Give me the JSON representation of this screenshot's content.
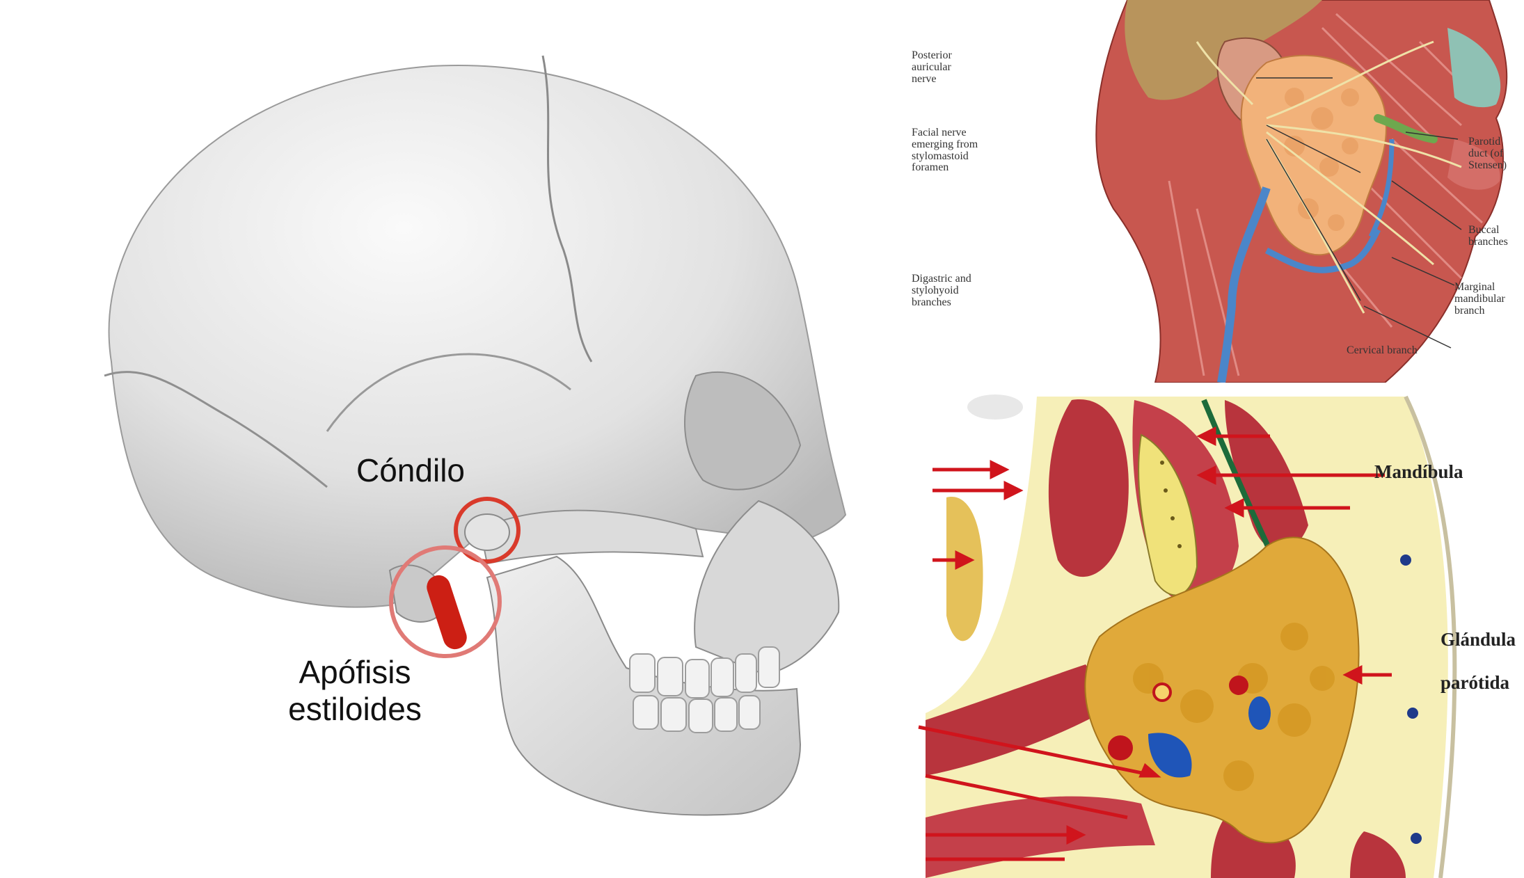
{
  "skull": {
    "labels": {
      "condyle": "Cóndilo",
      "styloid_line1": "Apófisis",
      "styloid_line2": "estiloides"
    },
    "colors": {
      "bone": "#e6e6e6",
      "highlight": "#d93a2b",
      "styloid": "#cc1f14"
    }
  },
  "face": {
    "labels": {
      "posterior_auricular": "Posterior\nauricular\nnerve",
      "facial_nerve": "Facial nerve\nemerging from\nstylomastoid\nforamen",
      "digastric": "Digastric and\nstylohyoid\nbranches",
      "parotid_duct": "Parotid\nduct (of\nStensen)",
      "buccal": "Buccal\nbranches",
      "marginal": "Marginal\nmandibular\nbranch",
      "cervical": "Cervical branch"
    },
    "colors": {
      "gland": "#f2b27a",
      "muscle": "#c9574f",
      "vein": "#4b86c9",
      "nerve": "#e8d9a0"
    }
  },
  "section": {
    "labels": {
      "mandible": "Mandíbula",
      "parotid_line1": "Glándula",
      "parotid_line2": "parótida"
    },
    "colors": {
      "gland": "#e0a93a",
      "muscle": "#b8343d",
      "fat": "#f6efb8",
      "arrow": "#d0141c",
      "vein": "#1f55b8",
      "duct": "#1d6b3a"
    }
  }
}
